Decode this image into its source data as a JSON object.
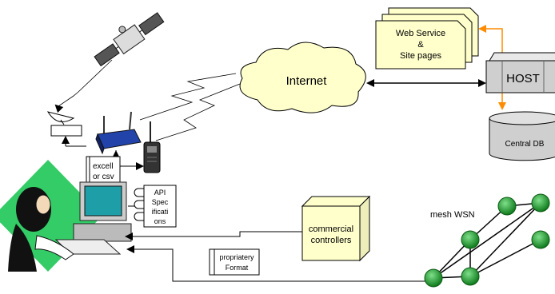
{
  "labels": {
    "internet": "Internet",
    "web_service": [
      "Web Service",
      "&",
      "Site pages"
    ],
    "host": "HOST",
    "central_db": "Central DB",
    "excel": [
      "excell",
      "or csv"
    ],
    "api": [
      "API",
      "Spec",
      "ificati",
      "ons"
    ],
    "commercial": [
      "commercial",
      "controllers"
    ],
    "proprietary": [
      "propriatery",
      "Format"
    ],
    "mesh": "mesh WSN"
  },
  "colors": {
    "cloud_fill": "#ffffcc",
    "note_fill": "#ffffcc",
    "commercial_fill": "#ffffcc",
    "host_fill": "#cfcfcf",
    "db_fill": "#cfcfcf",
    "arrow_orange": "#ff8c00",
    "node_green": "#1f9e2e",
    "diamond_green": "#33cc66"
  }
}
